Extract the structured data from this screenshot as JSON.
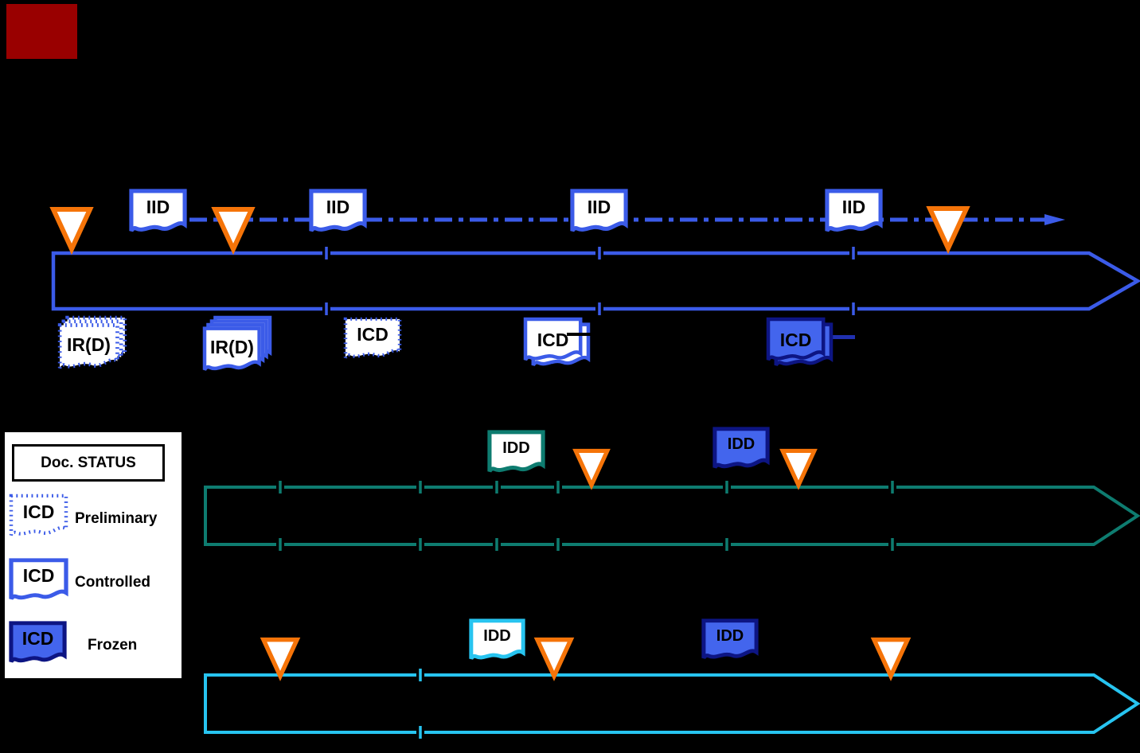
{
  "colors": {
    "background": "#000000",
    "royal_blue": "#3B5BE8",
    "navy": "#0D1583",
    "frozen_fill": "#4365ED",
    "teal": "#0E7C70",
    "cyan": "#27C4F0",
    "orange": "#F57409",
    "red_marker": "#990000",
    "doc_fill": "#FFFFFF",
    "doc_text": "#000000",
    "callout_navy": "#2030B0"
  },
  "iid_timeline": {
    "documents": [
      {
        "label": "IID",
        "status": "controlled"
      },
      {
        "label": "IID",
        "status": "controlled"
      },
      {
        "label": "IID",
        "status": "controlled"
      },
      {
        "label": "IID",
        "status": "controlled"
      }
    ],
    "milestone_marker": "orange-triangle",
    "line_style": "dash-dot-arrow"
  },
  "interface_docs": {
    "items": [
      {
        "label": "IR(D)",
        "status": "preliminary",
        "style": "stacked-dotted"
      },
      {
        "label": "IR(D)",
        "status": "controlled",
        "style": "stacked"
      },
      {
        "label": "ICD",
        "status": "preliminary",
        "style": "single-dotted"
      },
      {
        "label": "ICD",
        "status": "controlled",
        "style": "double-page"
      },
      {
        "label": "ICD",
        "status": "frozen",
        "style": "double-page"
      }
    ]
  },
  "idd_rows": {
    "teal": {
      "documents": [
        {
          "label": "IDD",
          "status": "controlled"
        },
        {
          "label": "IDD",
          "status": "frozen"
        }
      ]
    },
    "cyan": {
      "documents": [
        {
          "label": "IDD",
          "status": "controlled"
        },
        {
          "label": "IDD",
          "status": "frozen"
        }
      ]
    }
  },
  "legend": {
    "title": "Doc. STATUS",
    "items": [
      {
        "icon_label": "ICD",
        "label": "Preliminary",
        "style": "dotted-outline"
      },
      {
        "icon_label": "ICD",
        "label": "Controlled",
        "style": "solid-outline"
      },
      {
        "icon_label": "ICD",
        "label": "Frozen",
        "style": "filled"
      }
    ]
  }
}
